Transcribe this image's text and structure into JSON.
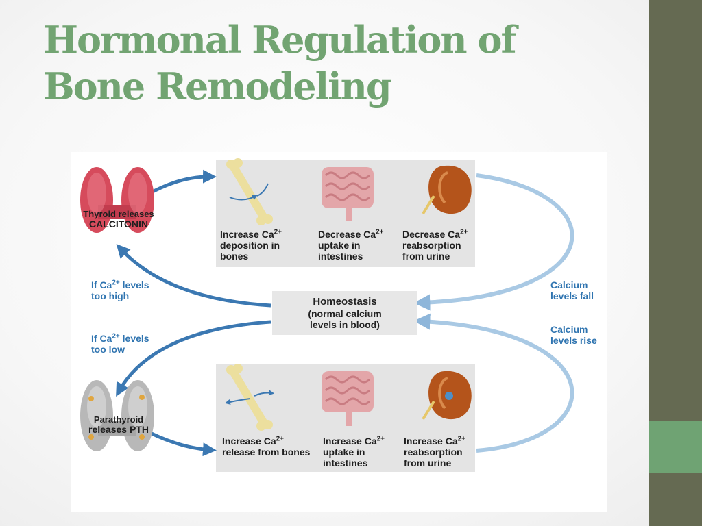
{
  "slide": {
    "title_line1": "Hormonal Regulation of",
    "title_line2": "Bone Remodeling"
  },
  "diagram": {
    "thyroid": {
      "line1": "Thyroid releases",
      "line2": "CALCITONIN"
    },
    "parathyroid": {
      "line1": "Parathyroid",
      "line2": "releases PTH"
    },
    "too_high": {
      "line1a": "If Ca",
      "sup": "2+",
      "line1b": " levels",
      "line2": "too high"
    },
    "too_low": {
      "line1a": "If Ca",
      "sup": "2+",
      "line1b": " levels",
      "line2": "too low"
    },
    "levels_fall": {
      "line1": "Calcium",
      "line2": "levels fall"
    },
    "levels_rise": {
      "line1": "Calcium",
      "line2": "levels rise"
    },
    "homeostasis": {
      "title": "Homeostasis",
      "line2": "(normal calcium",
      "line3": "levels in blood)"
    },
    "top_effects": [
      {
        "l1": "Increase Ca",
        "sup": "2+",
        "l2": "deposition in",
        "l3": "bones"
      },
      {
        "l1": "Decrease Ca",
        "sup": "2+",
        "l2": "uptake in",
        "l3": "intestines"
      },
      {
        "l1": "Decrease Ca",
        "sup": "2+",
        "l2": "reabsorption",
        "l3": "from urine"
      }
    ],
    "bottom_effects": [
      {
        "l1": "Increase Ca",
        "sup": "2+",
        "l2": "release from bones",
        "l3": ""
      },
      {
        "l1": "Increase Ca",
        "sup": "2+",
        "l2": "uptake in",
        "l3": "intestines"
      },
      {
        "l1": "Increase Ca",
        "sup": "2+",
        "l2": "reabsorption",
        "l3": "from urine"
      }
    ]
  },
  "colors": {
    "title": "#72a472",
    "sidebar": "#656a52",
    "accent": "#6fa373",
    "arrow": "#a9c9e4",
    "arrow_dark": "#3b78b2",
    "label_blue": "#2f74b0"
  }
}
